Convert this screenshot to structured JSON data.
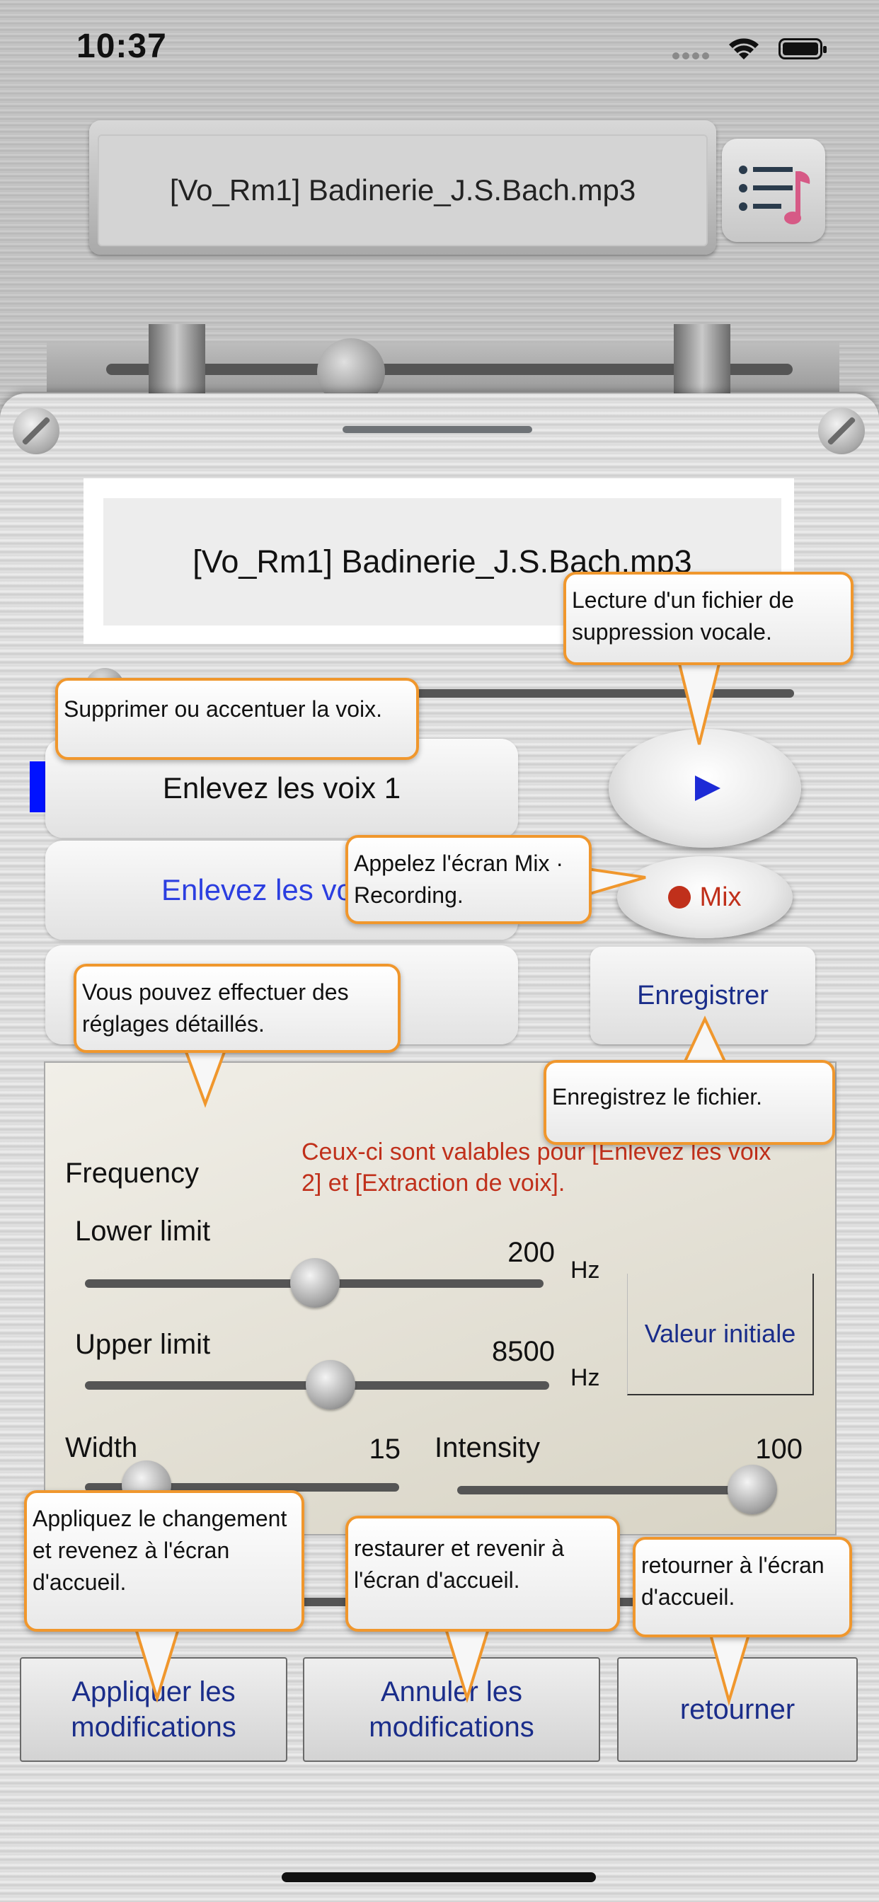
{
  "status_bar": {
    "time": "10:37"
  },
  "header": {
    "file_name": "[Vo_Rm1] Badinerie_J.S.Bach.mp3"
  },
  "main": {
    "file_name": "[Vo_Rm1] Badinerie_J.S.Bach.mp3",
    "mode_buttons": [
      {
        "label": "Enlevez les voix 1",
        "color": "#111111"
      },
      {
        "label": "Enlevez les vo",
        "color": "#2b3ee0"
      },
      {
        "label": "",
        "color": "#111111"
      }
    ],
    "mix_label": "Mix",
    "save_label": "Enregistrer"
  },
  "settings": {
    "frequency_label": "Frequency",
    "note": "Ceux-ci sont valables pour [Enlevez les voix 2] et [Extraction de voix].",
    "lower_label": "Lower limit",
    "lower_value": "200",
    "upper_label": "Upper limit",
    "upper_value": "8500",
    "unit": "Hz",
    "reset_label": "Valeur initiale",
    "width_label": "Width",
    "width_value": "15",
    "intensity_label": "Intensity",
    "intensity_value": "100"
  },
  "bottom": {
    "apply_label_line1": "Appliquer les",
    "apply_label_line2": "modifications",
    "cancel_label_line1": "Annuler les",
    "cancel_label_line2": "modifications",
    "back_label": "retourner"
  },
  "tooltips": {
    "play": "Lecture d'un fichier de suppression vocale.",
    "mode": "Supprimer ou accentuer la voix.",
    "mix": "Appelez l'écran Mix · Recording.",
    "settings": "Vous pouvez effectuer des réglages détaillés.",
    "save": "Enregistrez le fichier.",
    "apply": "Appliquez le changement et revenez à l'écran d'accueil.",
    "cancel": "restaurer et revenir à l'écran d'accueil.",
    "back": "retourner à l'écran d'accueil."
  },
  "colors": {
    "accent_orange": "#f0972d",
    "text_blue": "#1a2d8a",
    "note_red": "#c0301b",
    "indicator_blue": "#0012ff"
  }
}
